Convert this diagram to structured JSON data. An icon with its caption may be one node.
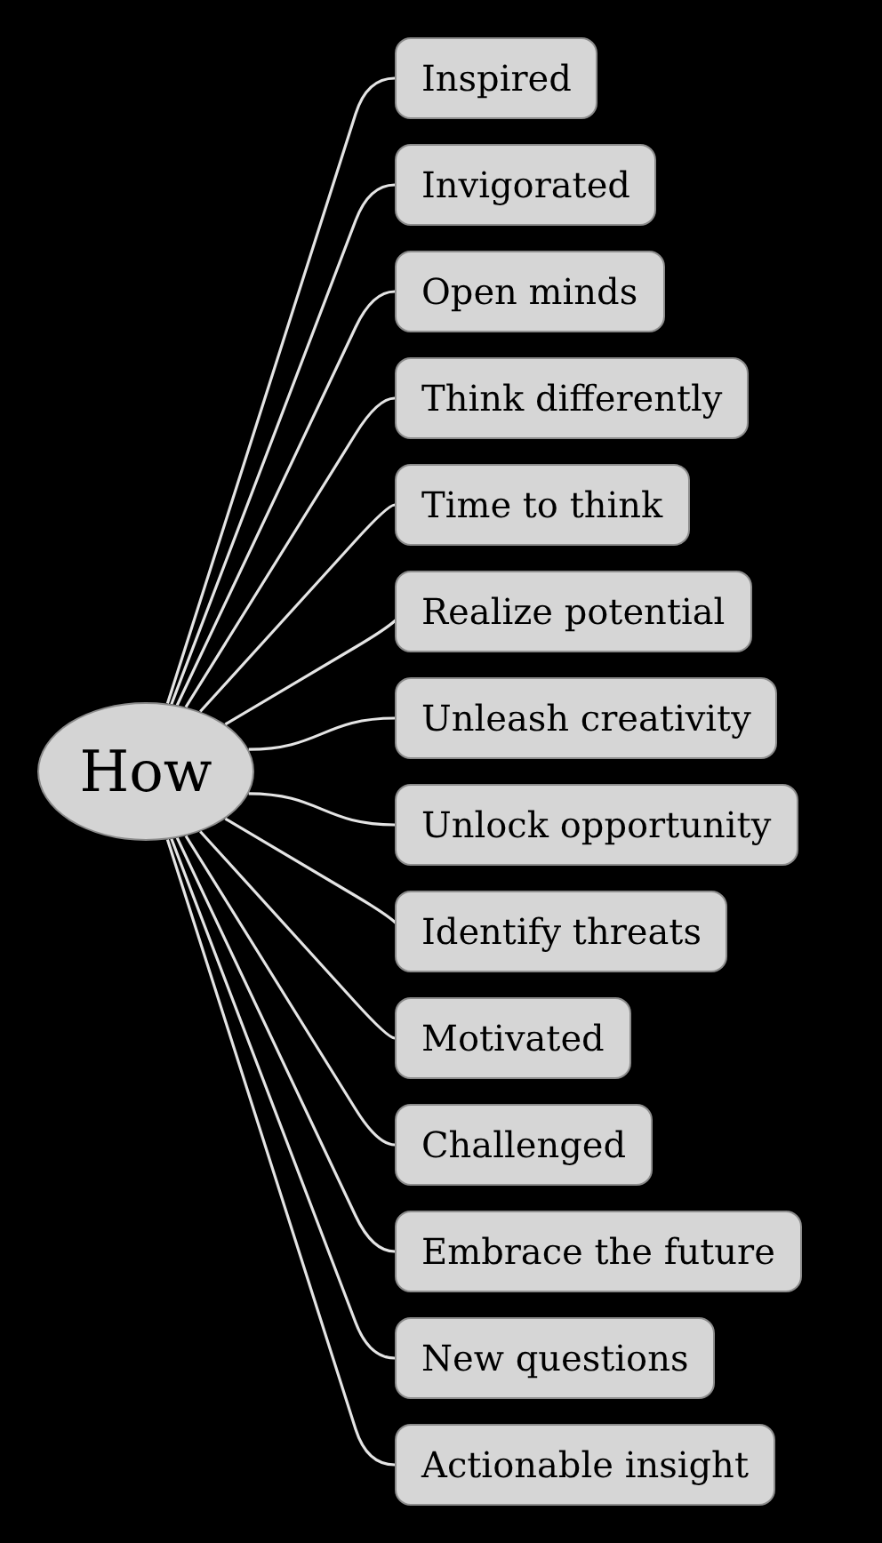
{
  "diagram": {
    "nodes": [
      {
        "text": [
          "How"
        ]
      },
      {
        "text": [
          "Inspired"
        ]
      },
      {
        "text": [
          "Invigorated"
        ]
      },
      {
        "text": [
          "Open minds"
        ]
      },
      {
        "text": [
          "Think differently"
        ]
      },
      {
        "text": [
          "Time to think"
        ]
      },
      {
        "text": [
          "Realize potential"
        ]
      },
      {
        "text": [
          "Unleash creativity"
        ]
      },
      {
        "text": [
          "Unlock opportunity"
        ]
      },
      {
        "text": [
          "Identify threats"
        ]
      },
      {
        "text": [
          "Motivated"
        ]
      },
      {
        "text": [
          "Challenged"
        ]
      },
      {
        "text": [
          "Embrace the future"
        ]
      },
      {
        "text": [
          "New questions"
        ]
      },
      {
        "text": [
          "Actionable insight"
        ]
      }
    ],
    "edges": [
      {
        "from": 0,
        "to": 1,
        "arrow": "none"
      },
      {
        "from": 0,
        "to": 2,
        "arrow": "none"
      },
      {
        "from": 0,
        "to": 3,
        "arrow": "none"
      },
      {
        "from": 0,
        "to": 4,
        "arrow": "none"
      },
      {
        "from": 0,
        "to": 5,
        "arrow": "none"
      },
      {
        "from": 0,
        "to": 6,
        "arrow": "none"
      },
      {
        "from": 0,
        "to": 7,
        "arrow": "none"
      },
      {
        "from": 0,
        "to": 8,
        "arrow": "none"
      },
      {
        "from": 0,
        "to": 9,
        "arrow": "none"
      },
      {
        "from": 0,
        "to": 10,
        "arrow": "none"
      },
      {
        "from": 0,
        "to": 11,
        "arrow": "none"
      },
      {
        "from": 0,
        "to": 12,
        "arrow": "none"
      },
      {
        "from": 0,
        "to": 13,
        "arrow": "none"
      },
      {
        "from": 0,
        "to": 14,
        "arrow": "none"
      }
    ]
  }
}
